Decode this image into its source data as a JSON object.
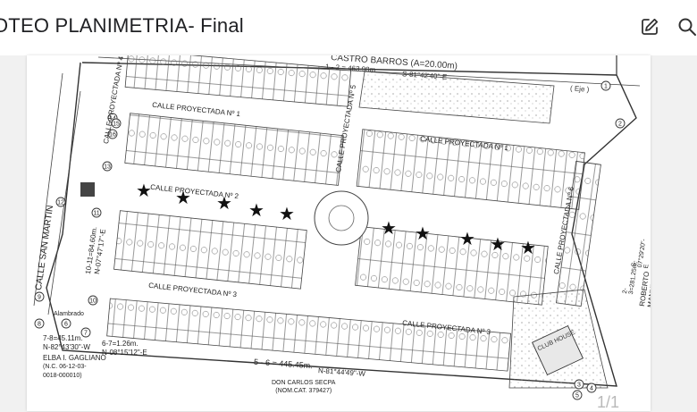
{
  "header": {
    "title": "OTEO PLANIMETRIA- Final",
    "edit_icon": "edit-icon",
    "search_icon": "search-icon"
  },
  "plan": {
    "top_street": "CASTRO BARROS",
    "top_road_width": "(A=20.00m)",
    "segment_1_2": "1 - 2 = 463.98m.",
    "bearing_top": "S-81°42'40\"-E",
    "axis_label": "( Eje )",
    "left_street": "CALLE SAN MARTIN",
    "right_street": "ROBERTO MANUEL VITTORI",
    "streets": {
      "c1_upper": "CALLE PROYECTADA Nº 1",
      "c1_right": "CALLE PROYECTADA Nº 1",
      "c2": "CALLE PROYECTADA Nº 2",
      "c3_left": "CALLE PROYECTADA Nº 3",
      "c3_right": "CALLE PROYECTADA Nº 3",
      "c4": "CALLE PROYECTADA Nº 4",
      "c5": "CALLE PROYECTADA Nº 5",
      "c6": "CALLE PROYECTADA Nº 6"
    },
    "seg_7_8": "7-8=45.11m.",
    "bearing_7_8": "N-82°43'30\"-W",
    "seg_6_7": "6-7=1.26m.",
    "bearing_6_7": "N-08°15'12\"-E",
    "seg_5_6": "5 - 6 = 445.45m.",
    "bearing_5_6": "N-81°44'49\"-W",
    "owner_bottom": "DON CARLOS SECPA",
    "owner_bottom_nom": "(NOM.CAT. 379427)",
    "owner_left": "ELBA I. GAGLIANO",
    "owner_left_nc": "(N.C. 06-12-03-",
    "owner_left_nc2": "0018-000010)",
    "left_segment": "10-11=84.60m.",
    "left_bearing": "N-07°47'17\"-E",
    "right_segment": "2-3=281.25m.",
    "right_bearing": "S-07°29'20\"-E",
    "club_label": "CLUB HOUSE",
    "stamp": "Alambrado",
    "points": [
      "1",
      "2",
      "3",
      "4",
      "5",
      "6",
      "7",
      "8",
      "9",
      "10",
      "11",
      "12",
      "13",
      "14",
      "15",
      "16"
    ]
  },
  "viewer": {
    "page_indicator": "1/1"
  },
  "colors": {
    "accent": "#202124",
    "line": "#4a4a4a",
    "page_indicator": "#b9b9b9"
  }
}
